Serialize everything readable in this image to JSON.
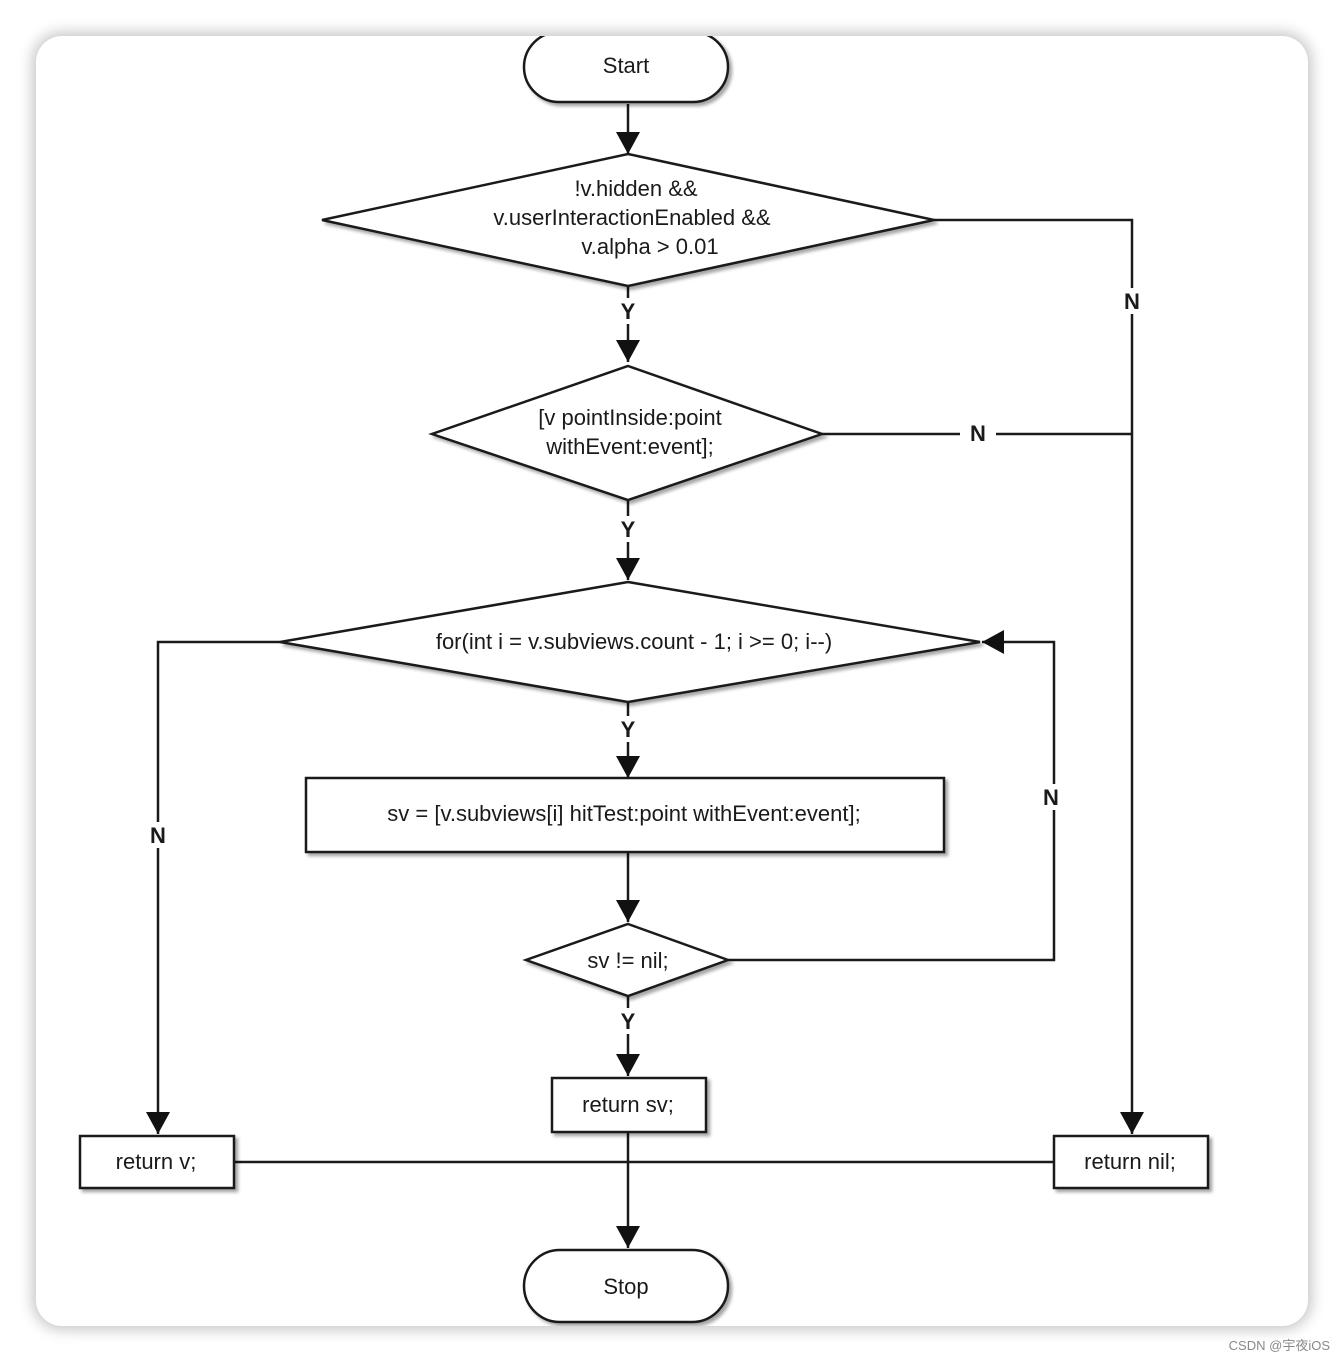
{
  "nodes": {
    "start": "Start",
    "check_visible": [
      "!v.hidden &&",
      "v.userInteractionEnabled &&",
      "v.alpha > 0.01"
    ],
    "point_inside": [
      "[v pointInside:point",
      "withEvent:event];"
    ],
    "for_loop": "for(int i = v.subviews.count - 1; i >= 0; i--)",
    "hit_test_subview": "sv = [v.subviews[i] hitTest:point withEvent:event];",
    "sv_not_nil": "sv != nil;",
    "return_sv": "return sv;",
    "return_v": "return v;",
    "return_nil": "return nil;",
    "stop": "Stop"
  },
  "edge_labels": {
    "visible_yes": "Y",
    "visible_no": "N",
    "inside_yes": "Y",
    "inside_no": "N",
    "loop_yes": "Y",
    "loop_no": "N",
    "sv_yes": "Y",
    "sv_no": "N"
  },
  "watermark": "CSDN @宇夜iOS"
}
